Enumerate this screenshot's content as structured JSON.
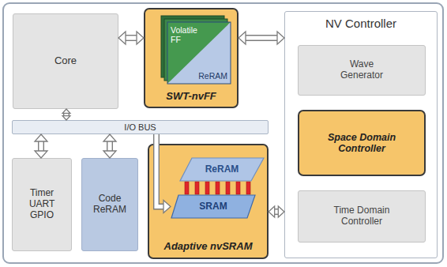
{
  "diagram": {
    "nodes": [
      {
        "text": [
          "Core"
        ]
      },
      {
        "text": [
          "SWT-nvFF"
        ]
      },
      {
        "text": [
          "Volatile FF",
          "ReRAM"
        ],
        "in": 1
      },
      {
        "text": [
          "NV Controller"
        ]
      },
      {
        "text": [
          "Wave Generator"
        ],
        "in": 3
      },
      {
        "text": [
          "Space Domain Controller"
        ],
        "in": 3
      },
      {
        "text": [
          "Time Domain Controller"
        ],
        "in": 3
      },
      {
        "text": [
          "I/O BUS"
        ]
      },
      {
        "text": [
          "Timer UART GPIO"
        ]
      },
      {
        "text": [
          "Code ReRAM"
        ]
      },
      {
        "text": [
          "Adaptive nvSRAM"
        ]
      },
      {
        "text": [
          "ReRAM"
        ],
        "in": 10
      },
      {
        "text": [
          "SRAM"
        ],
        "in": 10
      }
    ],
    "edges": [
      {
        "from": 0,
        "to": 1,
        "arrow": "both"
      },
      {
        "from": 1,
        "to": 3,
        "arrow": "both"
      },
      {
        "from": 0,
        "to": 7,
        "arrow": "both"
      },
      {
        "from": 8,
        "to": 7,
        "arrow": "both"
      },
      {
        "from": 9,
        "to": 7,
        "arrow": "both"
      },
      {
        "from": 7,
        "to": 12,
        "arrow": "to"
      },
      {
        "from": 10,
        "to": 3,
        "arrow": "both"
      }
    ]
  }
}
